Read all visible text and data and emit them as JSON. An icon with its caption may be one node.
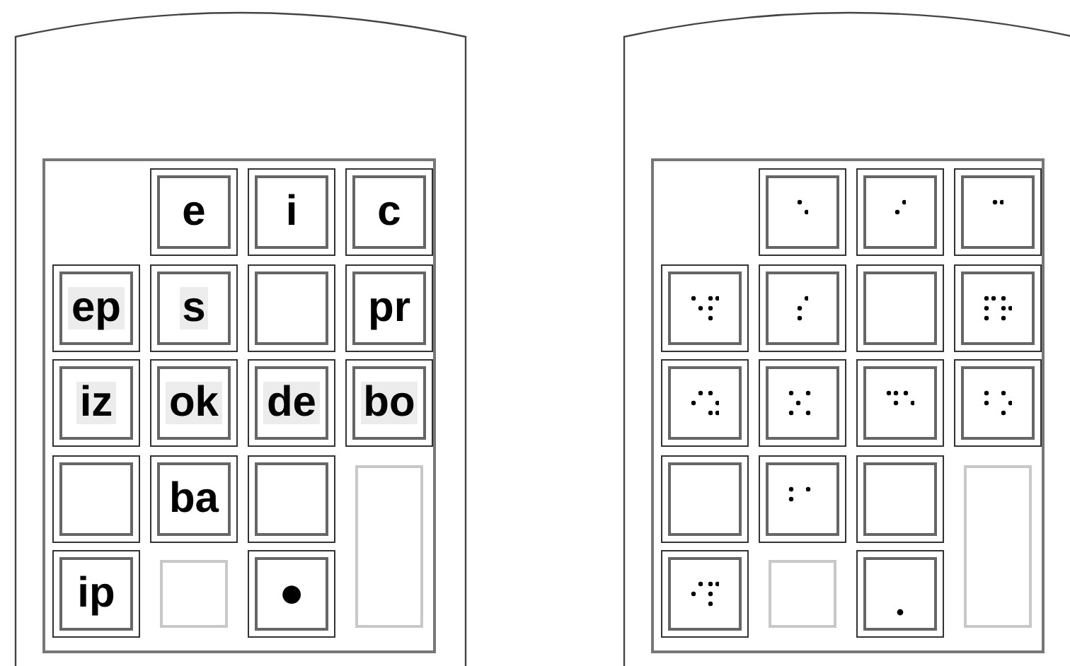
{
  "diagram": {
    "nodes": [
      {
        "text": [],
        "shape": "box"
      },
      {
        "text": [],
        "shape": "box",
        "in": 0
      },
      {
        "text": [
          "e"
        ],
        "in": 1
      },
      {
        "text": [
          "i"
        ],
        "in": 1
      },
      {
        "text": [
          "c"
        ],
        "in": 1
      },
      {
        "text": [
          "ep"
        ],
        "in": 1
      },
      {
        "text": [
          "s"
        ],
        "in": 1
      },
      {
        "text": [],
        "shape": "box",
        "in": 1
      },
      {
        "text": [
          "pr"
        ],
        "in": 1
      },
      {
        "text": [
          "iz"
        ],
        "in": 1
      },
      {
        "text": [
          "ok"
        ],
        "in": 1
      },
      {
        "text": [
          "de"
        ],
        "in": 1
      },
      {
        "text": [
          "bo"
        ],
        "in": 1
      },
      {
        "text": [],
        "shape": "box",
        "in": 1
      },
      {
        "text": [
          "ba"
        ],
        "in": 1
      },
      {
        "text": [],
        "shape": "box",
        "in": 1
      },
      {
        "text": [],
        "shape": "box",
        "in": 1
      },
      {
        "text": [
          "ip"
        ],
        "in": 1
      },
      {
        "text": [],
        "shape": "box",
        "in": 1
      },
      {
        "text": [
          "●"
        ],
        "in": 1
      },
      {
        "text": [],
        "shape": "box"
      },
      {
        "text": [],
        "shape": "box",
        "in": 20
      },
      {
        "text": [],
        "shape": "box",
        "in": 21
      },
      {
        "text": [],
        "shape": "box",
        "in": 21
      },
      {
        "text": [],
        "shape": "box",
        "in": 21
      },
      {
        "text": [],
        "shape": "box",
        "in": 21
      },
      {
        "text": [],
        "shape": "box",
        "in": 21
      },
      {
        "text": [],
        "shape": "box",
        "in": 21
      },
      {
        "text": [],
        "shape": "box",
        "in": 21
      },
      {
        "text": [],
        "shape": "box",
        "in": 21
      },
      {
        "text": [],
        "shape": "box",
        "in": 21
      },
      {
        "text": [],
        "shape": "box",
        "in": 21
      },
      {
        "text": [],
        "shape": "box",
        "in": 21
      },
      {
        "text": [],
        "shape": "box",
        "in": 21
      },
      {
        "text": [],
        "shape": "box",
        "in": 21
      },
      {
        "text": [],
        "shape": "box",
        "in": 21
      },
      {
        "text": [],
        "shape": "box",
        "in": 21
      },
      {
        "text": [],
        "shape": "box",
        "in": 21
      },
      {
        "text": [],
        "shape": "box",
        "in": 21
      },
      {
        "text": [],
        "shape": "box",
        "in": 21
      }
    ]
  }
}
